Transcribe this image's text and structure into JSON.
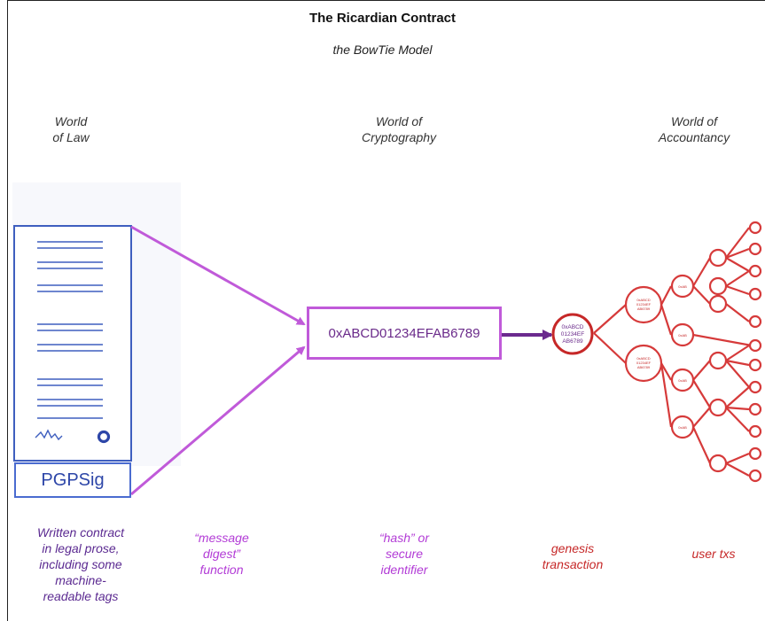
{
  "title": "The Ricardian Contract",
  "subtitle": "the BowTie Model",
  "worlds": {
    "law": [
      "World",
      "of Law"
    ],
    "crypto": [
      "World of",
      "Cryptography"
    ],
    "accountancy": [
      "World of",
      "Accountancy"
    ]
  },
  "nodes": {
    "hash_value": "0xABCD01234EFAB6789",
    "pgp_sig": "PGPSig",
    "genesis_label": [
      "0xABCD",
      "01234EF",
      "AB6789"
    ],
    "small_label_a": [
      "0xABCD",
      "01234EF",
      "AB6789"
    ],
    "tiny_label": "0xAB"
  },
  "captions": {
    "written_contract": [
      "Written contract",
      "in legal prose,",
      "including some",
      "machine-",
      "readable tags"
    ],
    "message_digest": [
      "“message",
      "digest”",
      "function"
    ],
    "hash": [
      "“hash” or",
      "secure",
      "identifier"
    ],
    "genesis": [
      "genesis",
      "transaction"
    ],
    "user_txs": [
      "user txs"
    ]
  },
  "colors": {
    "doc_blue": "#3f5fbf",
    "arrow_magenta": "#c05ad9",
    "arrow_purple": "#6b2a8e",
    "tree_red": "#d63a3a",
    "caption_purple": "#5b2a91",
    "caption_magenta": "#b23bd6",
    "caption_red": "#c62828"
  }
}
